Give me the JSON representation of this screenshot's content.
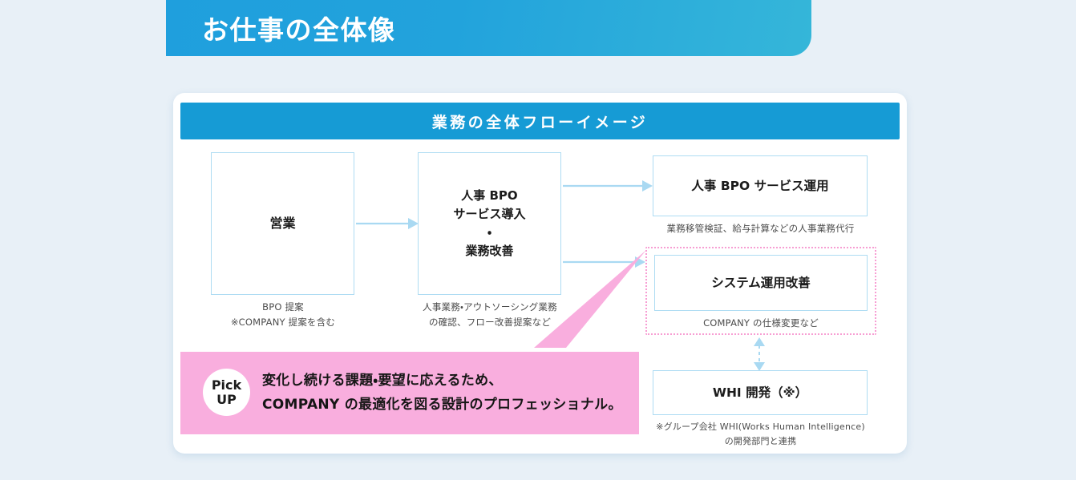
{
  "banner": {
    "title": "お仕事の全体像",
    "gradient_start": "#1f9fdd",
    "gradient_end": "#35b6d9"
  },
  "card": {
    "header_title": "業務の全体フローイメージ",
    "header_color": "#169bd5",
    "background": "#ffffff"
  },
  "flow": {
    "boxes": [
      {
        "id": "sales",
        "label": "営業",
        "caption": "BPO 提案\n※COMPANY 提案を含む"
      },
      {
        "id": "bpo",
        "label": "人事 BPO\nサービス導入\n・\n業務改善",
        "caption": "人事業務・アウトソーシング業務\nの確認、フロー改善提案など"
      },
      {
        "id": "ops",
        "label": "人事 BPO サービス運用",
        "caption": "業務移管検証、給与計算などの人事業務代行"
      },
      {
        "id": "system",
        "label": "システム運用改善",
        "caption": "COMPANY の仕様変更など"
      },
      {
        "id": "whi",
        "label": "WHI 開発（※）",
        "caption": "※グループ会社 WHI(Works Human Intelligence)\nの開発部門と連携"
      }
    ],
    "border_color": "#aedcf3",
    "arrow_color": "#a9d9f2",
    "highlight_border_color": "#f79ed3"
  },
  "pickup": {
    "badge_line1": "Pick",
    "badge_line2": "UP",
    "text_line1": "変化し続ける課題・要望に応えるため、",
    "text_line2": "COMPANY の最適化を図る設計のプロフェッショナル。",
    "background": "#f9aede"
  }
}
